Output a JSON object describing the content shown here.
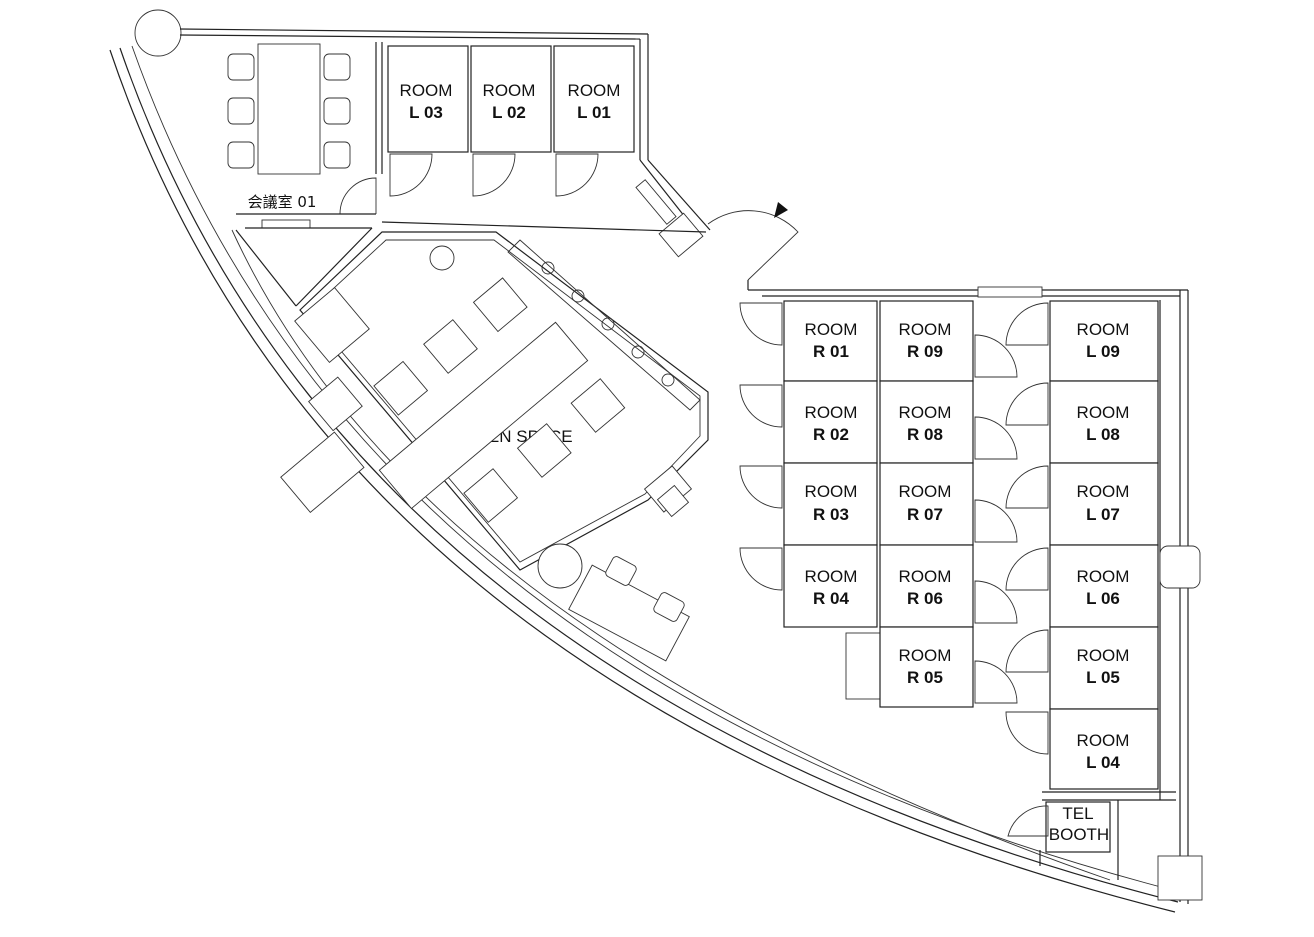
{
  "rooms_top": [
    {
      "line1": "ROOM",
      "line2": "L 03"
    },
    {
      "line1": "ROOM",
      "line2": "L 02"
    },
    {
      "line1": "ROOM",
      "line2": "L 01"
    }
  ],
  "rooms_r": [
    {
      "line1": "ROOM",
      "line2": "R 01"
    },
    {
      "line1": "ROOM",
      "line2": "R 02"
    },
    {
      "line1": "ROOM",
      "line2": "R 03"
    },
    {
      "line1": "ROOM",
      "line2": "R 04"
    }
  ],
  "rooms_r_right": [
    {
      "line1": "ROOM",
      "line2": "R 09"
    },
    {
      "line1": "ROOM",
      "line2": "R 08"
    },
    {
      "line1": "ROOM",
      "line2": "R 07"
    },
    {
      "line1": "ROOM",
      "line2": "R 06"
    },
    {
      "line1": "ROOM",
      "line2": "R 05"
    }
  ],
  "rooms_l": [
    {
      "line1": "ROOM",
      "line2": "L 09"
    },
    {
      "line1": "ROOM",
      "line2": "L 08"
    },
    {
      "line1": "ROOM",
      "line2": "L 07"
    },
    {
      "line1": "ROOM",
      "line2": "L 06"
    },
    {
      "line1": "ROOM",
      "line2": "L 05"
    },
    {
      "line1": "ROOM",
      "line2": "L 04"
    }
  ],
  "meeting_room": "会議室 01",
  "open_space": "OPEN SPACE",
  "tel_booth": {
    "line1": "TEL",
    "line2": "BOOTH"
  }
}
